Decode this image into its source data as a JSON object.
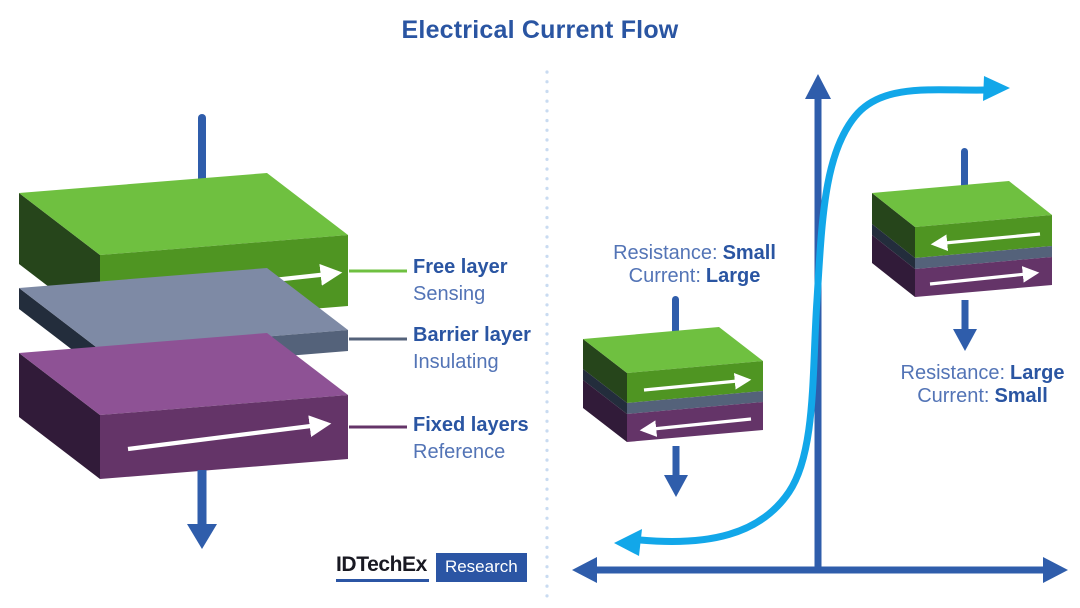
{
  "title": "Electrical Current Flow",
  "colors": {
    "label_bold": "#2a55a2",
    "label_light": "#5374b6",
    "arrow_blue": "#2f5dab",
    "cyan": "#12a7e9",
    "white_arrow": "#ffffff",
    "green_top": "#6fc040",
    "green_front": "#4f9522",
    "green_dark": "#26451b",
    "gray_top": "#7e8aa5",
    "gray_front": "#54627a",
    "gray_dark": "#232d3c",
    "purple_top": "#8e5295",
    "purple_front": "#643468",
    "purple_dark": "#311b39",
    "divider_dot": "#c9dbf1",
    "logo_text": "#191922",
    "logo_blue": "#2b55a4"
  },
  "left_stack": {
    "layers": [
      {
        "name": "Free layer",
        "sub": "Sensing"
      },
      {
        "name": "Barrier layer",
        "sub": "Insulating"
      },
      {
        "name": "Fixed layers",
        "sub": "Reference"
      }
    ]
  },
  "right_panel": {
    "low_state": {
      "resistance_label": "Resistance:",
      "resistance_value": "Small",
      "current_label": "Current:",
      "current_value": "Large"
    },
    "high_state": {
      "resistance_label": "Resistance:",
      "resistance_value": "Large",
      "current_label": "Current:",
      "current_value": "Small"
    }
  },
  "logo": {
    "brand": "IDTechEx",
    "suffix": "Research"
  }
}
